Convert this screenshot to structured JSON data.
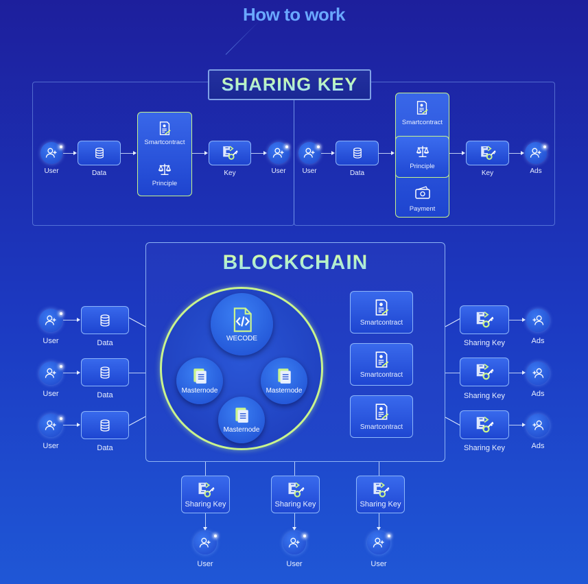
{
  "page": {
    "title": "How to work"
  },
  "sharing_key": {
    "heading": "SHARING KEY",
    "left_flow": {
      "user_start": "User",
      "data": "Data",
      "smartcontract": "Smartcontract",
      "principle": "Principle",
      "key": "Key",
      "user_end": "User"
    },
    "right_flow": {
      "user_start": "User",
      "data": "Data",
      "smartcontract": "Smartcontract",
      "principle": "Principle",
      "payment": "Payment",
      "key": "Key",
      "ads": "Ads"
    }
  },
  "blockchain": {
    "heading": "BLOCKCHAIN",
    "core": {
      "wecode": "WECODE",
      "masternodes": [
        "Masternode",
        "Masternode",
        "Masternode"
      ]
    },
    "left_rows": [
      {
        "user": "User",
        "data": "Data"
      },
      {
        "user": "User",
        "data": "Data"
      },
      {
        "user": "User",
        "data": "Data"
      }
    ],
    "smartcontracts": [
      "Smartcontract",
      "Smartcontract",
      "Smartcontract"
    ],
    "right_rows": [
      {
        "key": "Sharing Key",
        "ads": "Ads"
      },
      {
        "key": "Sharing Key",
        "ads": "Ads"
      },
      {
        "key": "Sharing Key",
        "ads": "Ads"
      }
    ],
    "bottom_rows": [
      {
        "key": "Sharing Key",
        "user": "User"
      },
      {
        "key": "Sharing Key",
        "user": "User"
      },
      {
        "key": "Sharing Key",
        "user": "User"
      }
    ]
  },
  "colors": {
    "background_top": "#1d1f9c",
    "background_bottom": "#1f57d6",
    "title": "#6aa8ff",
    "accent_lime": "#c9f48d",
    "node_border": "#a0c8ff"
  },
  "icons": {
    "user": "user-plus-icon",
    "data": "database-icon",
    "smartcontract": "contract-document-icon",
    "principle": "scales-icon",
    "payment": "wallet-icon",
    "key": "key-icon",
    "wecode": "code-file-icon",
    "masternode": "document-icon"
  }
}
